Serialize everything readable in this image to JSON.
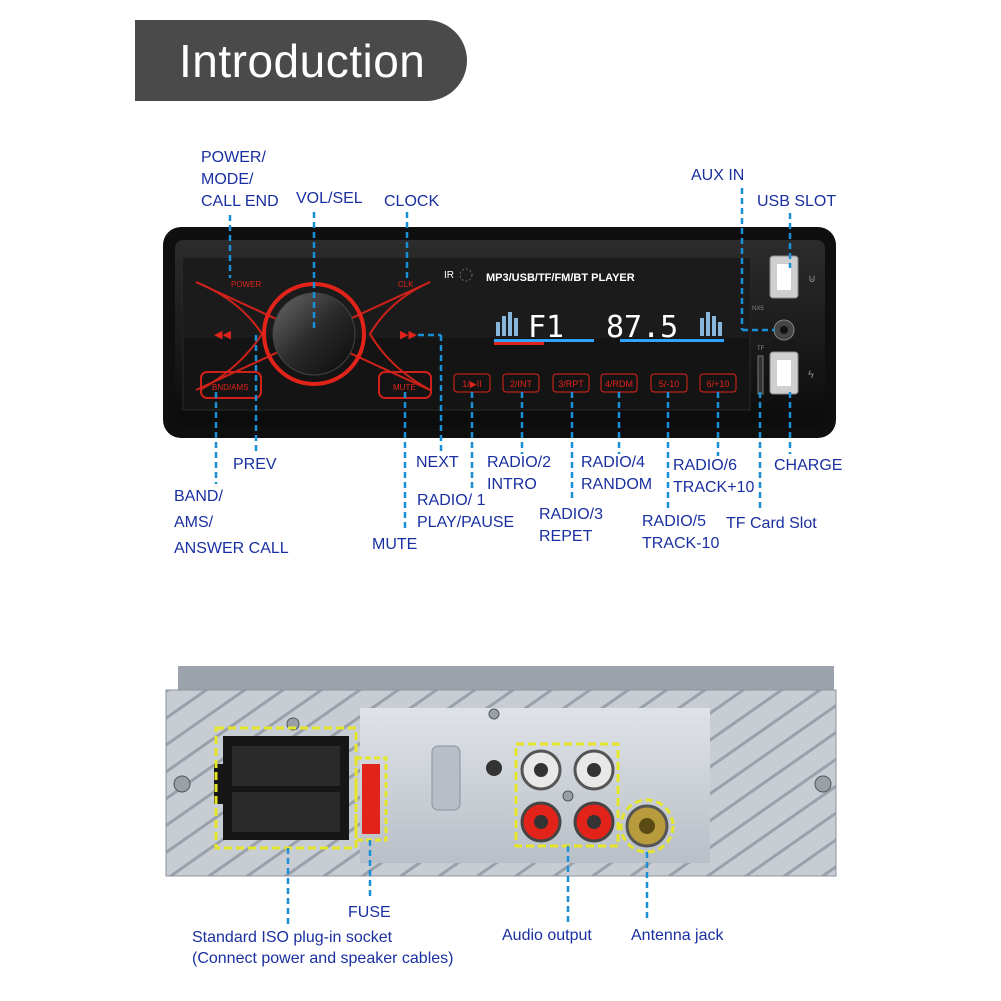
{
  "banner": {
    "title": "Introduction"
  },
  "front_panel": {
    "screen_title": "MP3/USB/TF/FM/BT  PLAYER",
    "ir_label": "IR",
    "band_display": "F1",
    "freq_display": "87.5",
    "small_label": "NX5",
    "tf_small": "TF",
    "keys": [
      "1/▶II",
      "2/INT",
      "3/RPT",
      "4/RDM",
      "5/-10",
      "6/+10"
    ],
    "btn_power": "POWER",
    "btn_clock": "CLK",
    "btn_band": "BND/AMS",
    "btn_mute": "MUTE"
  },
  "labels_front": {
    "power": [
      "POWER/",
      "MODE/",
      "CALL END"
    ],
    "vol": "VOL/SEL",
    "clock": "CLOCK",
    "aux": "AUX IN",
    "usb": "USB SLOT",
    "prev": "PREV",
    "band": [
      "BAND/",
      "AMS/",
      "ANSWER CALL"
    ],
    "next": "NEXT",
    "radio1": [
      "RADIO/ 1",
      "PLAY/PAUSE"
    ],
    "mute": "MUTE",
    "radio2": [
      "RADIO/2",
      "INTRO"
    ],
    "radio3": [
      "RADIO/3",
      "REPET"
    ],
    "radio4": [
      "RADIO/4",
      "RANDOM"
    ],
    "radio5": [
      "RADIO/5",
      "TRACK-10"
    ],
    "radio6": [
      "RADIO/6",
      "TRACK+10"
    ],
    "charge": "CHARGE",
    "tf": "TF Card Slot"
  },
  "labels_back": {
    "fuse": "FUSE",
    "iso": [
      "Standard ISO plug-in socket",
      "(Connect power and speaker cables)"
    ],
    "audio": "Audio output",
    "antenna": "Antenna jack"
  },
  "colors": {
    "callout": "#1a8fd6",
    "label": "#1a2fa0",
    "led": "#e2231a",
    "highlight": "#e5e52a"
  }
}
